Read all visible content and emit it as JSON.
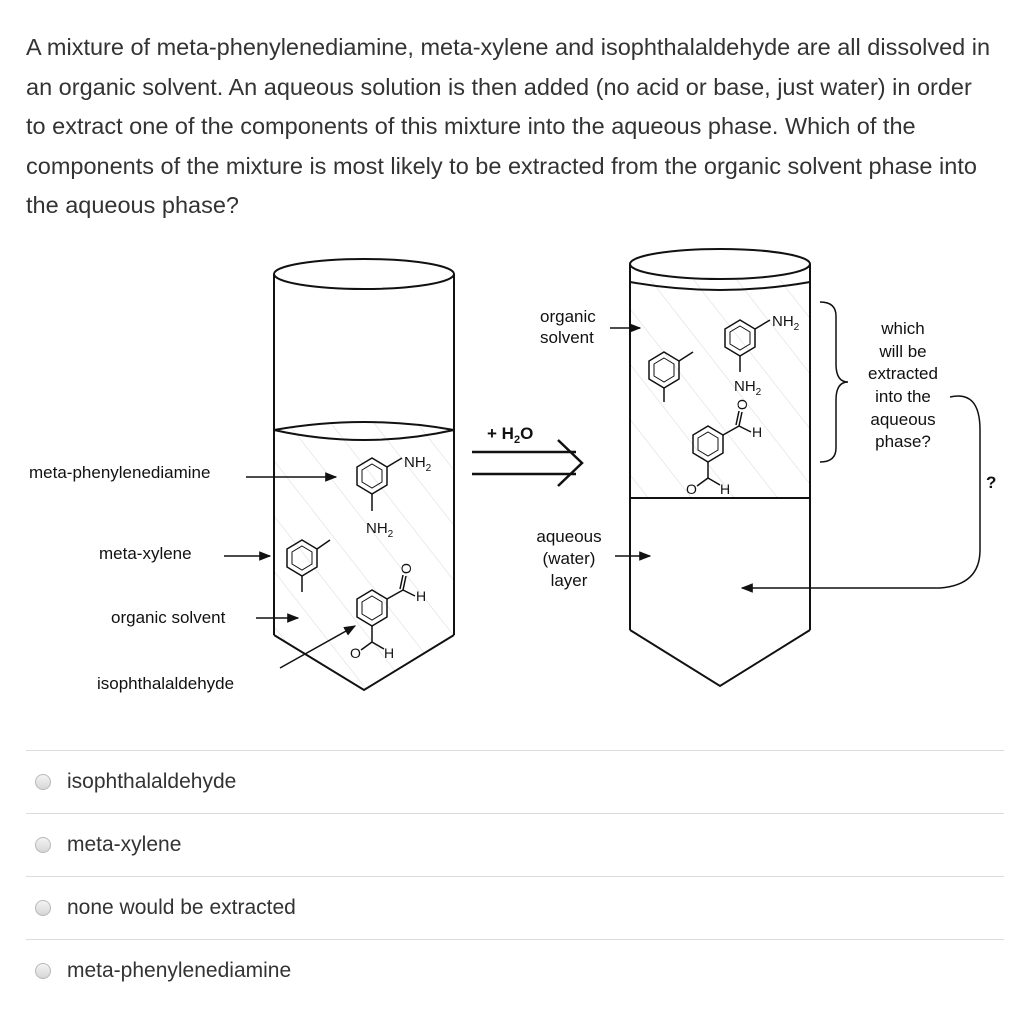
{
  "question": {
    "text": "A mixture of meta-phenylenediamine, meta-xylene and isophthalaldehyde are all dissolved in an organic solvent. An aqueous solution is then added (no acid or base, just water) in order to extract one of the components of this mixture into the aqueous phase. Which of the components of the mixture is most likely to be extracted from the organic solvent phase into the aqueous phase?"
  },
  "diagram": {
    "left_labels": {
      "meta_phenylenediamine": "meta-phenylenediamine",
      "meta_xylene": "meta-xylene",
      "organic_solvent": "organic solvent",
      "isophthalaldehyde": "isophthalaldehyde"
    },
    "reagent": "+ H",
    "reagent_sub": "2",
    "reagent_end": "O",
    "organic_solvent_line1": "organic",
    "organic_solvent_line2": "solvent",
    "aqueous_line1": "aqueous",
    "aqueous_line2": "(water)",
    "aqueous_line3": "layer",
    "which_lines": [
      "which",
      "will be",
      "extracted",
      "into the",
      "aqueous",
      "phase?"
    ],
    "question_mark": "?",
    "chem": {
      "nh2": "NH",
      "sub2": "2",
      "o": "O",
      "h": "H"
    }
  },
  "options": [
    {
      "label": "isophthalaldehyde"
    },
    {
      "label": "meta-xylene"
    },
    {
      "label": "none would be extracted"
    },
    {
      "label": "meta-phenylenediamine"
    }
  ]
}
